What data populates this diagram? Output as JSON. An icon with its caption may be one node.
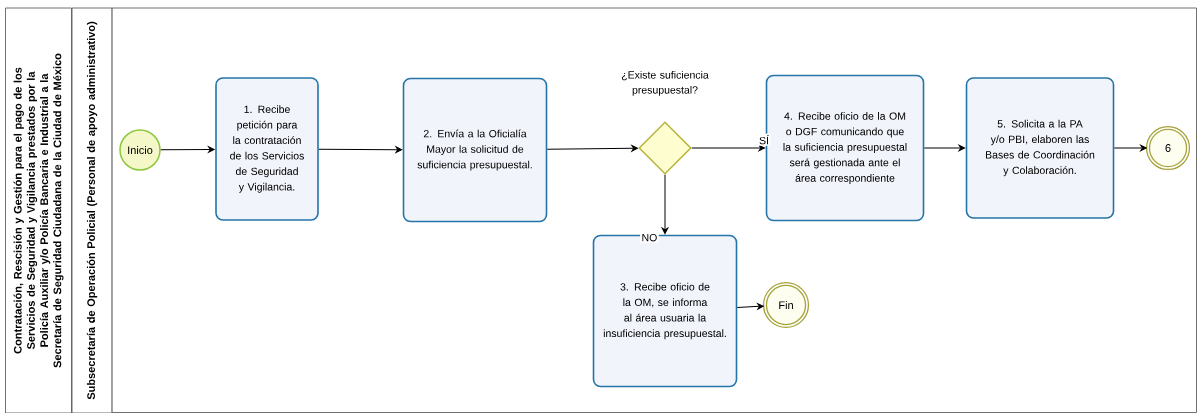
{
  "diagram": {
    "nodes": [
      {
        "text": [
          "Contratación, Rescisión y Gestión para el pago de los Servicios de Seguridad y Vigilancia prestados por la Policía Auxiliar y/o Policía Bancaria e Industrial a la Secretaría de Seguridad Ciudadana de la Ciudad de México"
        ]
      },
      {
        "text": [
          "Subsecretaría de Operación Policial (Personal de apoyo administrativo)"
        ]
      },
      {
        "text": [
          "Inicio"
        ]
      },
      {
        "text": [
          "1. Recibe petición para la contratación de los Servicios de Seguridad y Vigilancia."
        ]
      },
      {
        "text": [
          "2. Envía a la Oficialía Mayor la solicitud de suficiencia presupuestal."
        ]
      },
      {
        "text": [
          "¿Existe suficiencia presupuestal?"
        ]
      },
      {
        "text": [
          "4. Recibe oficio de la OM o DGF comunicando que la suficiencia presupuestal será gestionada ante el área correspondiente"
        ]
      },
      {
        "text": [
          "5. Solicita a la PA y/o PBI, elaboren las Bases de Coordinación y Colaboración."
        ]
      },
      {
        "text": [
          "6"
        ]
      },
      {
        "text": [
          "3. Recibe oficio de la OM, se informa al área usuaria la insuficiencia presupuestal."
        ]
      },
      {
        "text": [
          "Fin"
        ]
      }
    ],
    "edges": [
      {
        "from": 2,
        "to": 3,
        "arrow": "to"
      },
      {
        "from": 3,
        "to": 4,
        "arrow": "to"
      },
      {
        "from": 4,
        "to": 5,
        "arrow": "to"
      },
      {
        "from": 5,
        "to": 6,
        "arrow": "to",
        "label": "SÍ"
      },
      {
        "from": 6,
        "to": 7,
        "arrow": "to"
      },
      {
        "from": 7,
        "to": 8,
        "arrow": "to"
      },
      {
        "from": 5,
        "to": 9,
        "arrow": "to",
        "label": "NO"
      },
      {
        "from": 9,
        "to": 10,
        "arrow": "to"
      }
    ]
  }
}
